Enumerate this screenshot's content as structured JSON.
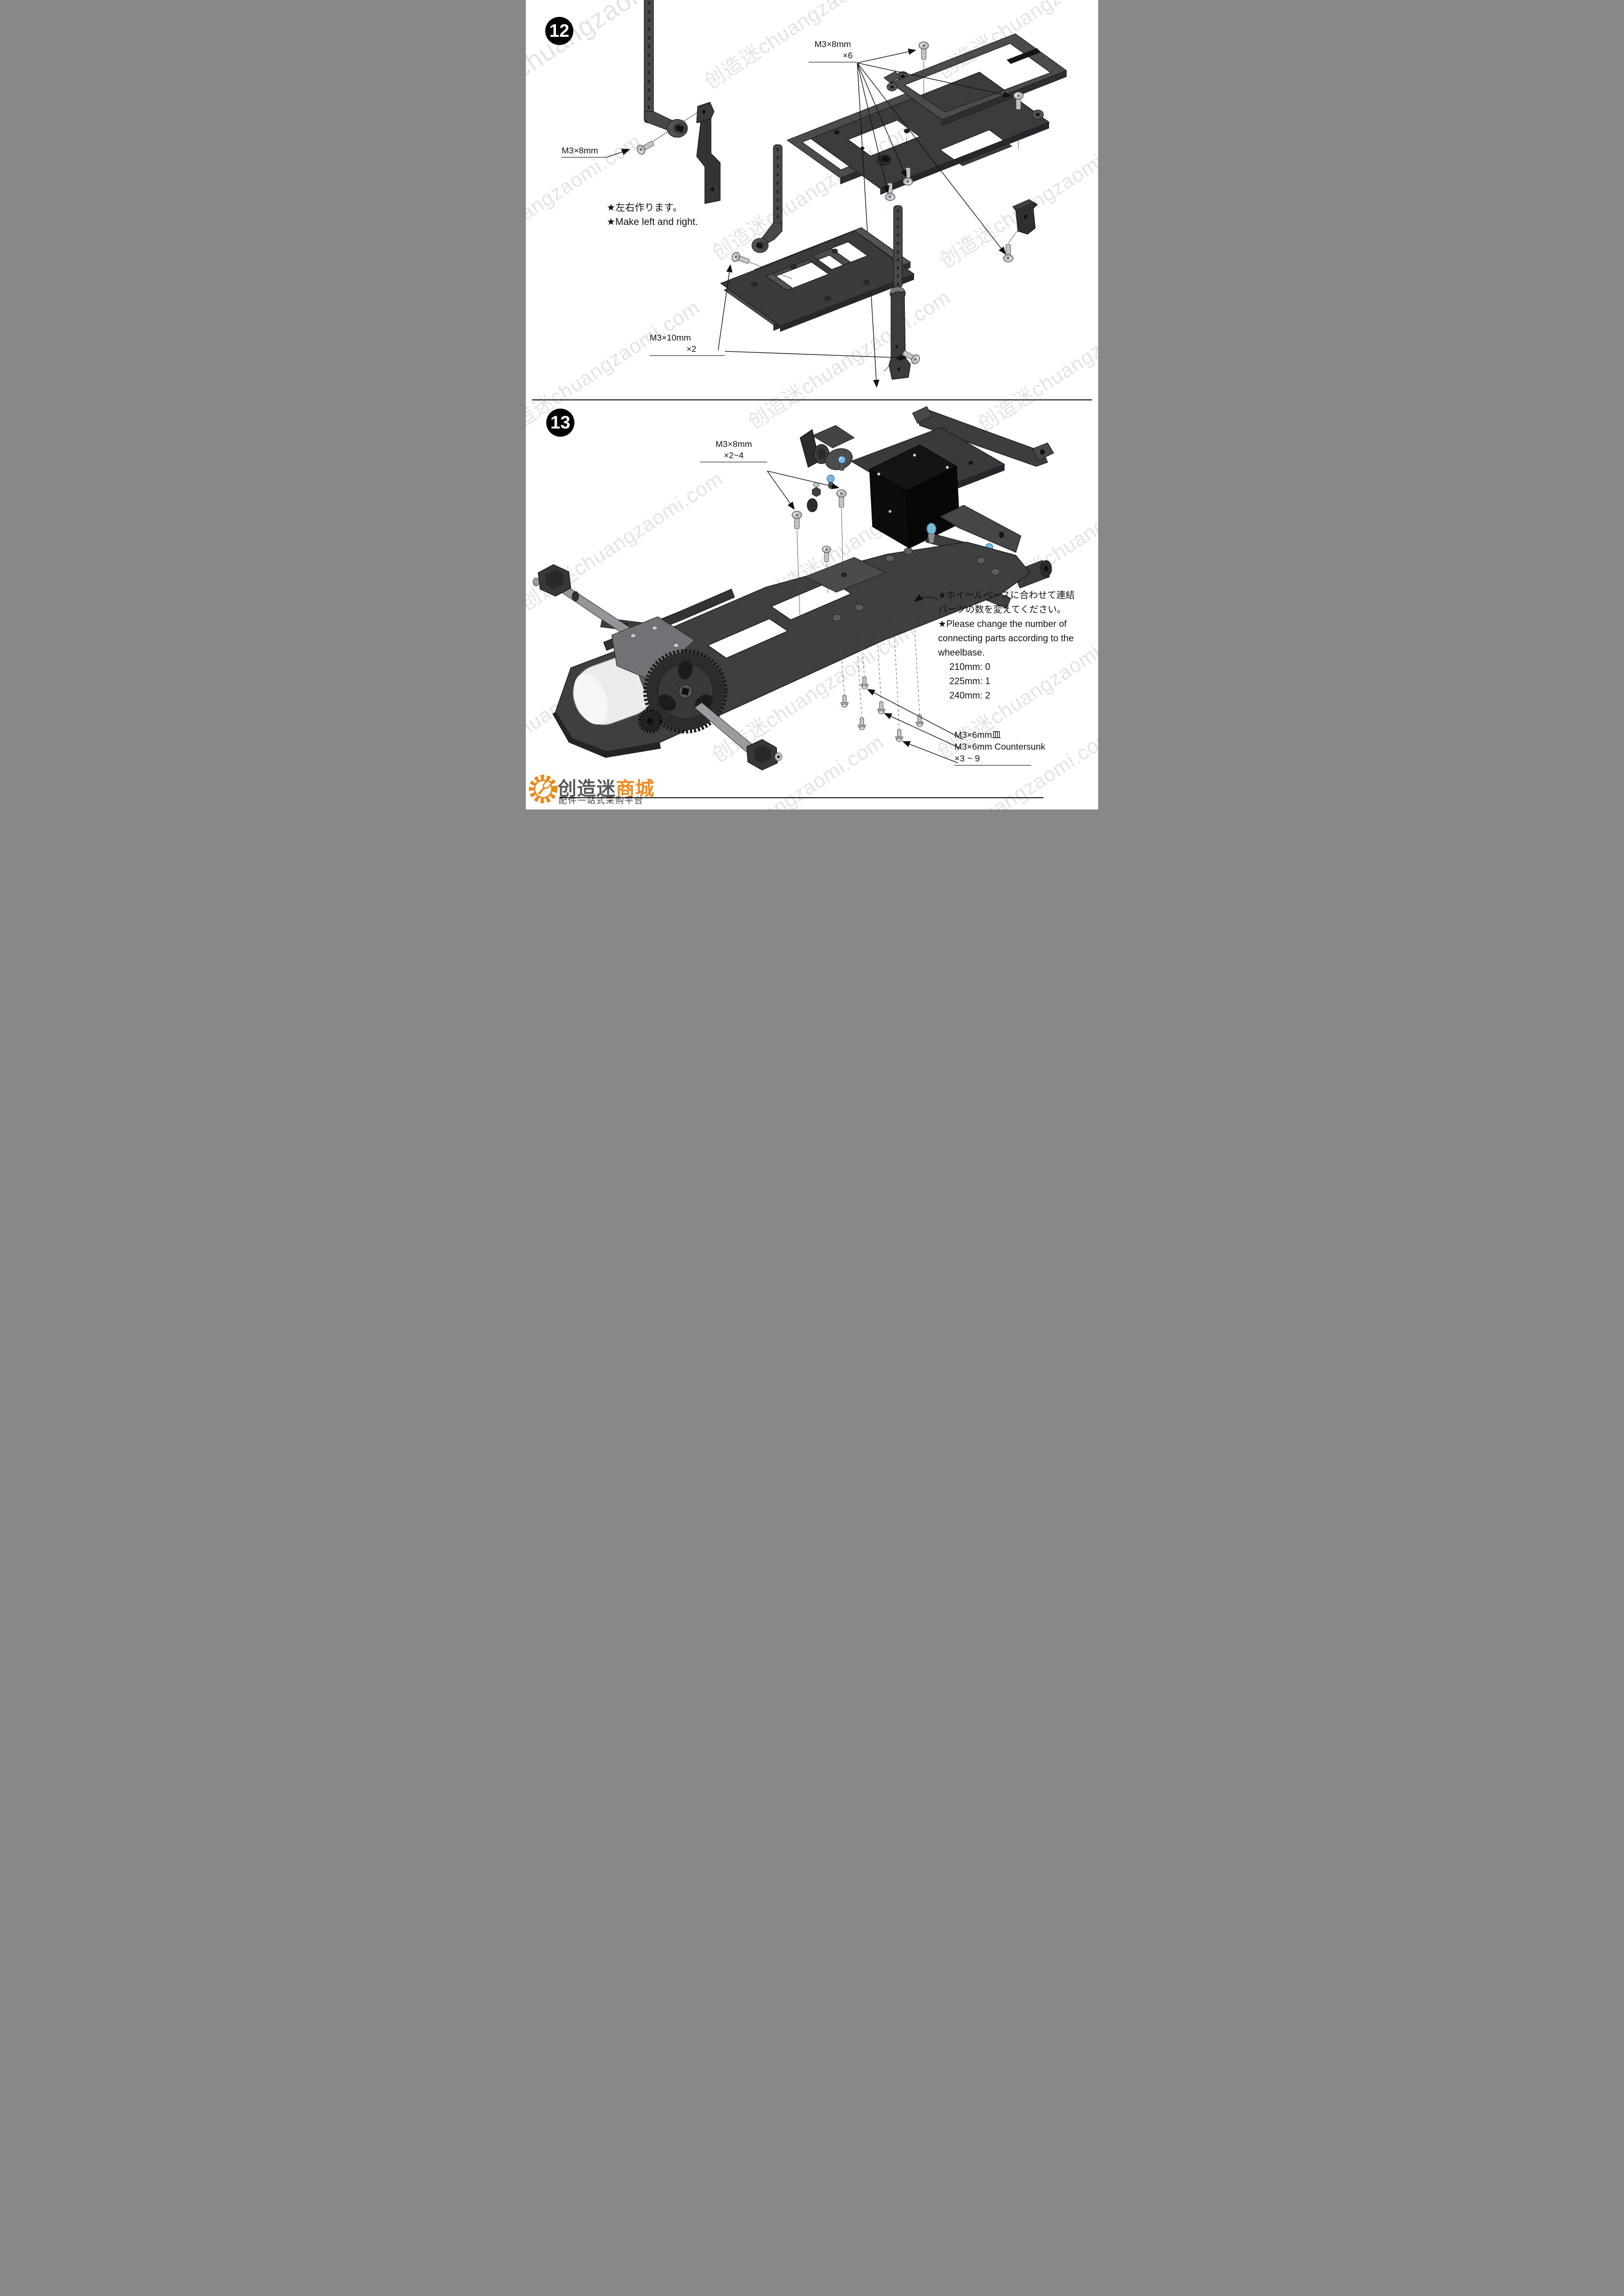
{
  "watermark": {
    "text": "创造迷chuangzaomi.com"
  },
  "step12": {
    "number": "12",
    "label_screw_left": "M3×8mm",
    "label_screw_top": {
      "name": "M3×8mm",
      "qty": "×6"
    },
    "note_jp": "★左右作ります。",
    "note_en": "★Make left and right.",
    "label_screw_bottom": {
      "name": "M3×10mm",
      "qty": "×2"
    }
  },
  "step13": {
    "number": "13",
    "label_screw": {
      "name": "M3×8mm",
      "qty": "×2~4"
    },
    "note": {
      "jp1": "★ホイールベースに合わせて連結",
      "jp2": "パーツの数を変えてください。",
      "en1": "★Please change the number of",
      "en2": "connecting parts according to the",
      "en3": "wheelbase.",
      "wb_options": [
        "210mm: 0",
        "225mm: 1",
        "240mm: 2"
      ]
    },
    "label_countersunk": {
      "jp": "M3×6mm皿",
      "en": "M3×6mm Countersunk",
      "qty": "×3 ~ 9"
    }
  },
  "footer": {
    "brand_gray": "创造迷",
    "brand_orange": "商城",
    "tagline": "配件一站式采购平台"
  }
}
